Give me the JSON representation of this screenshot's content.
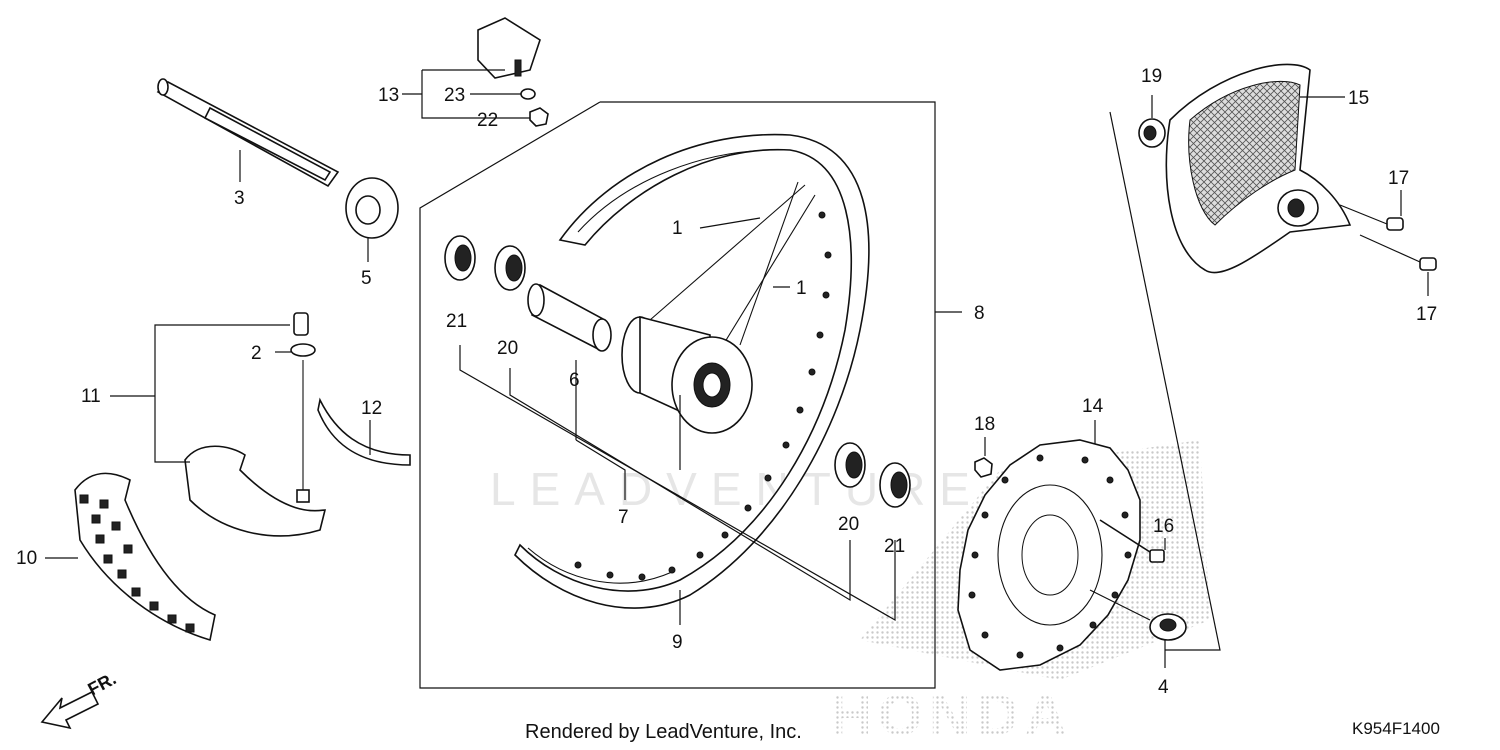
{
  "watermark": "LEADVENTURE",
  "footer": {
    "rendered_by": "Rendered by LeadVenture, Inc.",
    "diagram_code": "K954F1400"
  },
  "direction_indicator": "FR.",
  "brand_logo": "HONDA",
  "callouts": {
    "c1a": "1",
    "c1b": "1",
    "c2": "2",
    "c3": "3",
    "c4": "4",
    "c5": "5",
    "c6": "6",
    "c7": "7",
    "c8": "8",
    "c9": "9",
    "c10": "10",
    "c11": "11",
    "c12": "12",
    "c13": "13",
    "c14": "14",
    "c15": "15",
    "c16": "16",
    "c17a": "17",
    "c17b": "17",
    "c18": "18",
    "c19": "19",
    "c20a": "20",
    "c20b": "20",
    "c21a": "21",
    "c21b": "21",
    "c22": "22",
    "c23": "23"
  }
}
